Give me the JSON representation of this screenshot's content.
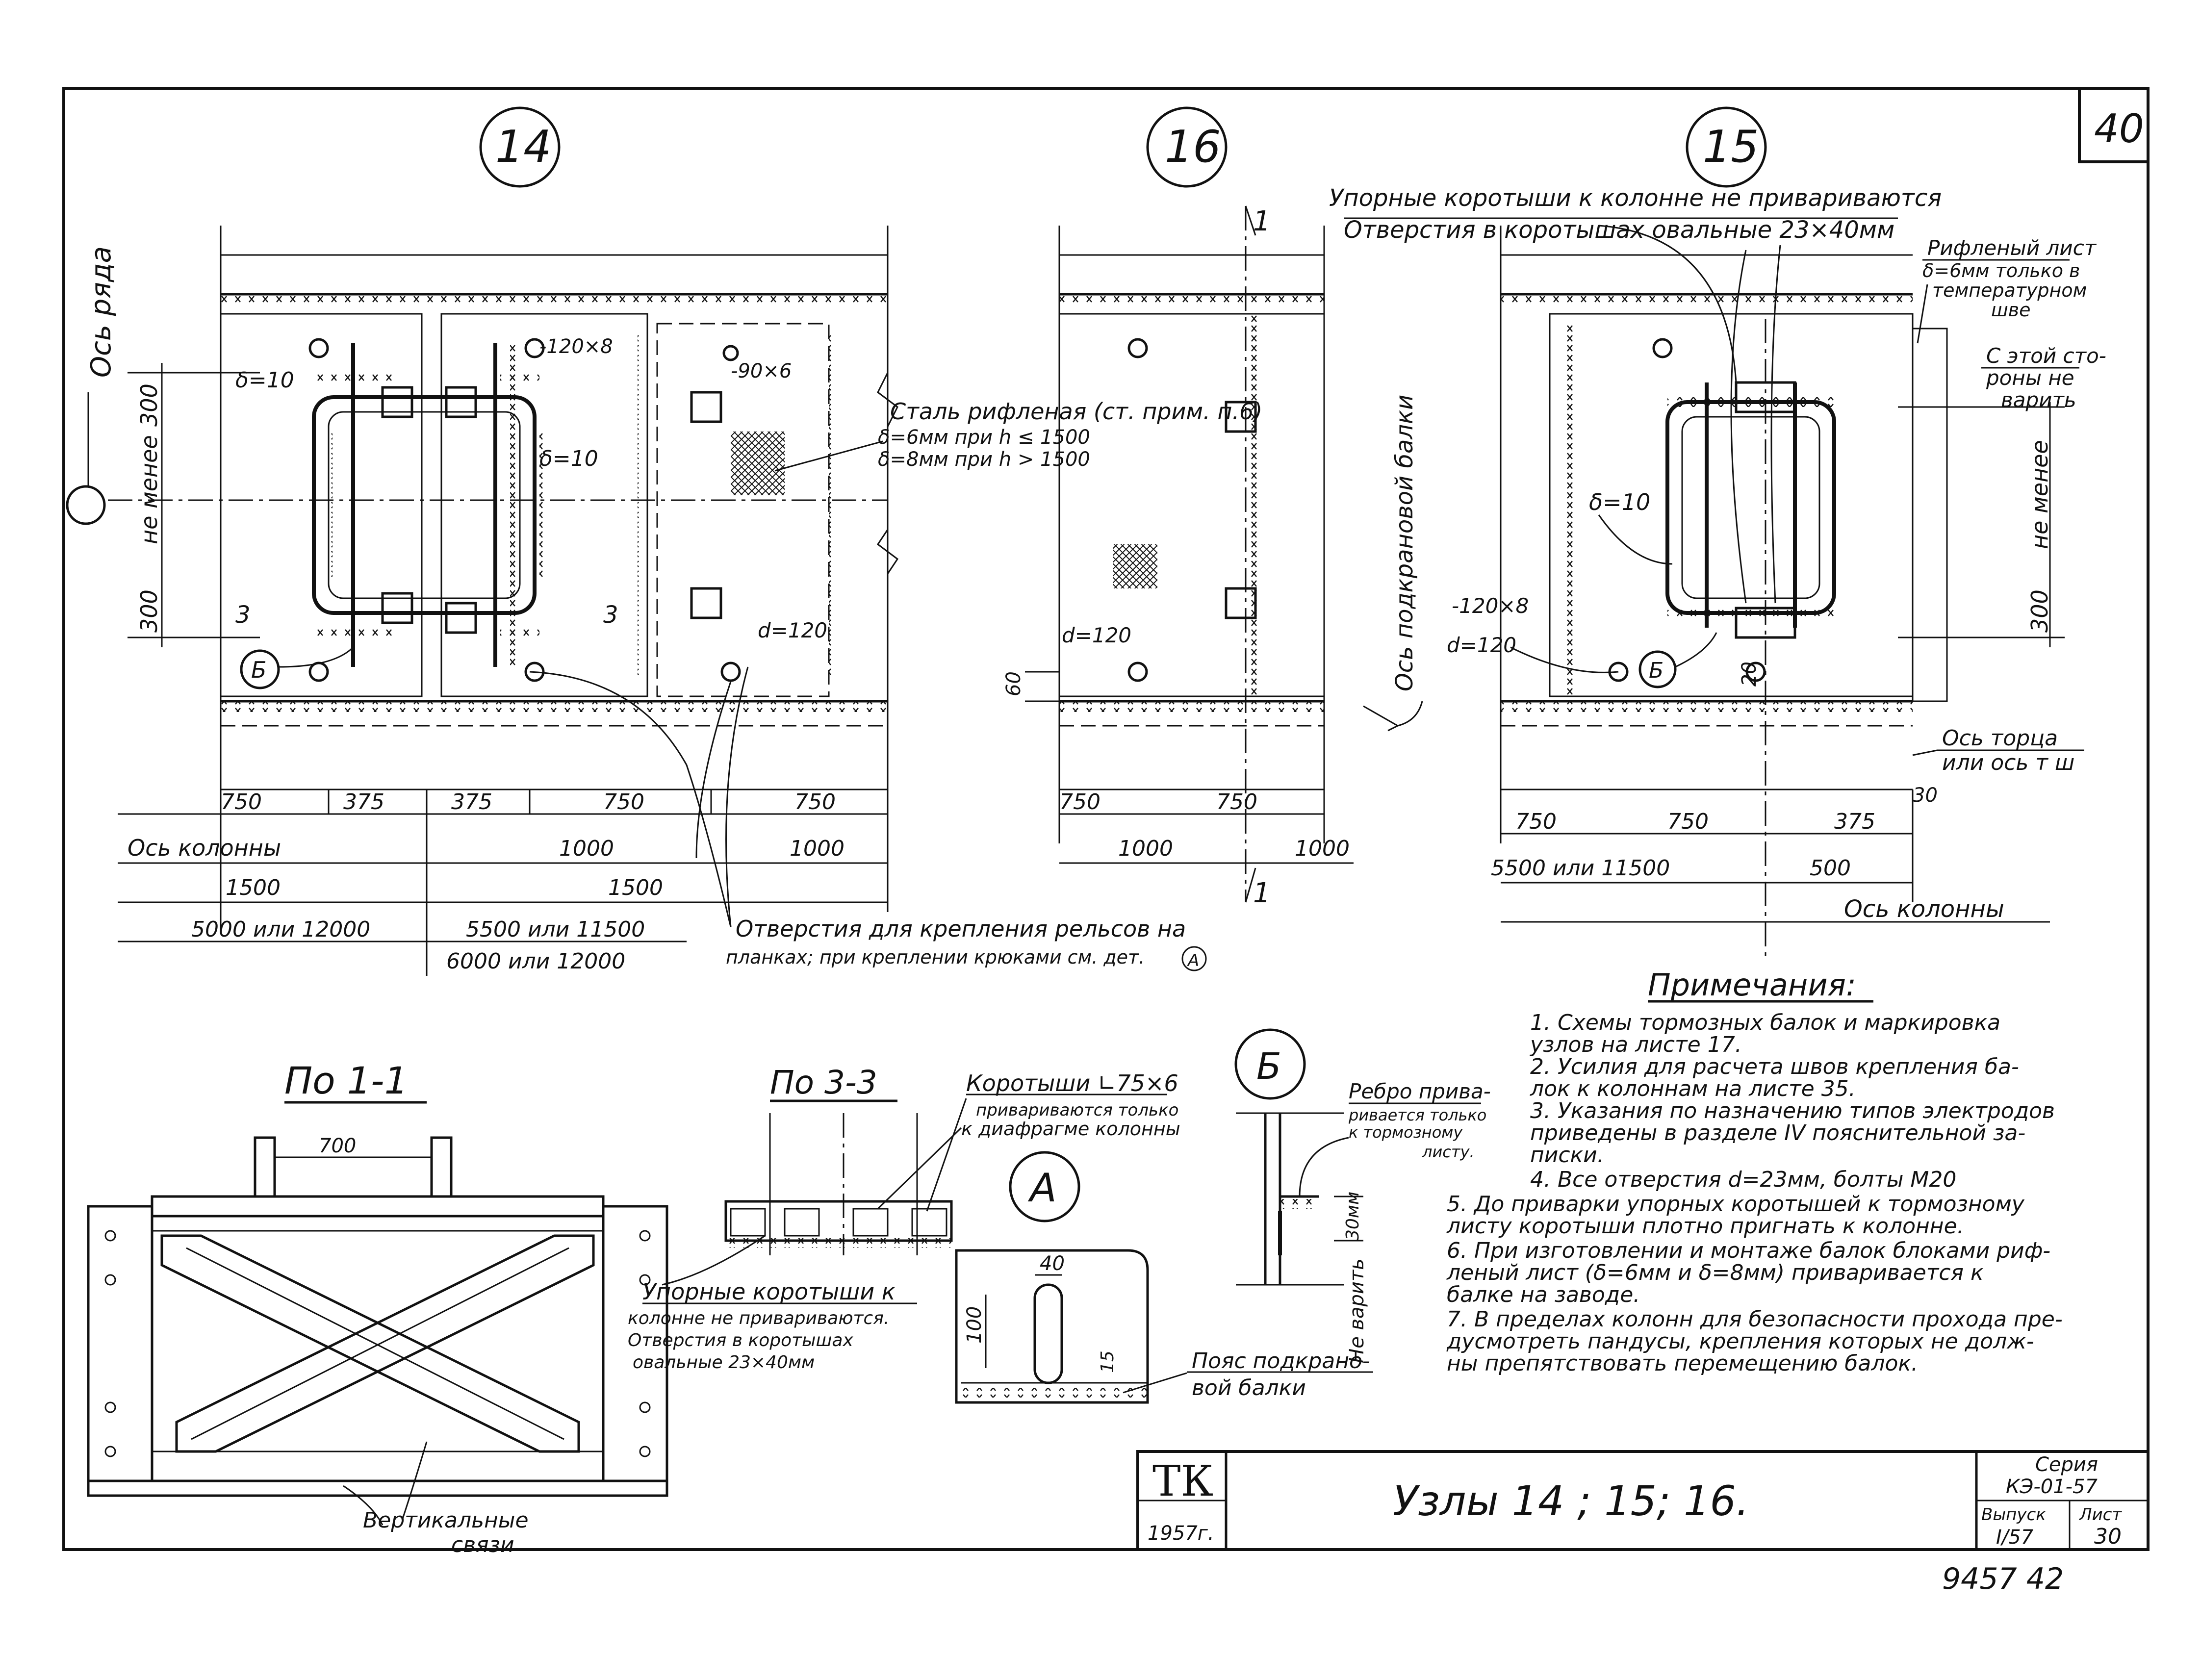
{
  "sheet_number_top": "40",
  "node_labels": {
    "n14": "14",
    "n16": "16",
    "n15": "15"
  },
  "callouts_a_b": {
    "b": "Б",
    "a": "А"
  },
  "node14": {
    "axis_row": "Ось ряда",
    "not_less": "не менее",
    "dim_300_top": "300",
    "dim_300_bottom": "300",
    "delta10_left": "δ=10",
    "delta10_right": "δ=10",
    "plate_120x8": "-120×8",
    "plate_90x6": "-90×6",
    "section_3_left": "3",
    "section_3_right": "3",
    "hole_d120": "d=120",
    "steel_note_1": "Сталь рифленая (ст. прим. п.6)",
    "steel_note_2": "δ=6мм  при  h ≤ 1500",
    "steel_note_3": "δ=8мм  при  h > 1500",
    "dims": {
      "d750a": "750",
      "d375a": "375",
      "d375b": "375",
      "d750b": "750",
      "d750c": "750",
      "axis_col": "Ось колонны",
      "d1000a": "1000",
      "d1000b": "1000",
      "d1500a": "1500",
      "d1500b": "1500",
      "d5000": "5000 или 12000",
      "d5500": "5500 или  11500",
      "d6000": "6000  или  12000"
    },
    "holes_note_1": "Отверстия для крепления рельсов на",
    "holes_note_2": "планках; при креплении крюками см. дет."
  },
  "node16": {
    "section_1_top": "1",
    "section_1_bottom": "1",
    "axis_beam": "Ось подкрановой балки",
    "hole_d120": "d=120",
    "dim_60": "60",
    "dims": {
      "d750a": "750",
      "d750b": "750",
      "d1000a": "1000",
      "d1000b": "1000"
    }
  },
  "node15": {
    "note_stops_1": "Упорные коротыши к колонне не привариваются",
    "note_stops_2": "Отверстия в коротышах овальные  23×40мм",
    "ribbed_1": "Рифленый лист",
    "ribbed_2": "δ=6мм только в",
    "ribbed_3": "температурном",
    "ribbed_4": "шве",
    "this_side_1": "С этой сто-",
    "this_side_2": "роны не",
    "this_side_3": "варить",
    "not_less": "не менее",
    "dim_300": "300",
    "delta10": "δ=10",
    "plate_120x8": "-120×8",
    "hole_d120": "d=120",
    "dim_20": "20",
    "end_axis_1": "Ось торца",
    "end_axis_2": "или ось т ш",
    "dim_30": "30",
    "dims": {
      "d750a": "750",
      "d750b": "750",
      "d375": "375",
      "d5500": "5500  или  11500",
      "d500": "500",
      "axis_col": "Ось  колонны"
    }
  },
  "notes": {
    "title": "Примечания:",
    "lines": [
      "1. Схемы тормозных балок и маркировка",
      "    узлов на листе 17.",
      "2. Усилия для расчета швов крепления ба-",
      "    лок к колоннам на листе 35.",
      "3. Указания по назначению типов электродов",
      "    приведены в разделе IV пояснительной за-",
      "    писки.",
      "4. Все отверстия d=23мм, болты М20",
      "5. До приварки упорных коротышей к тормозному",
      "    листу коротыши плотно пригнать к колонне.",
      "6. При изготовлении и монтаже балок блоками риф-",
      "    леный лист (δ=6мм и δ=8мм) приваривается к",
      "    балке на заводе.",
      "7. В пределах колонн для безопасности прохода пре-",
      "    дусмотреть пандусы, крепления которых не долж-",
      "    ны препятствовать перемещению балок."
    ]
  },
  "section11": {
    "title": "По 1-1",
    "dim_700": "700",
    "braces_1": "Вертикальные",
    "braces_2": "связи"
  },
  "section33": {
    "title": "По 3-3",
    "shorts_1": "Коротыши ∟75×6",
    "shorts_2": "привариваются только",
    "shorts_3": "к диафрагме колонны",
    "stops_1": "Упорные коротыши к",
    "stops_2": "колонне не привариваются.",
    "stops_3": "Отверстия в коротышах",
    "stops_4": "овальные  23×40мм"
  },
  "detailA": {
    "dim_40": "40",
    "dim_100": "100",
    "dim_15": "15",
    "flange_1": "Пояс подкрано-",
    "flange_2": "вой балки"
  },
  "detailB": {
    "rib_1": "Ребро прива-",
    "rib_2": "ривается только",
    "rib_3": "к тормозному",
    "rib_4": "листу.",
    "dim_30": "30мм",
    "no_weld": "Не варить"
  },
  "title_block": {
    "org": "ТК",
    "year": "1957г.",
    "title": "Узлы  14 ;  15;  16.",
    "series_label": "Серия",
    "series_value": "КЭ-01-57",
    "issue_label": "Выпуск",
    "issue_value": "I/57",
    "sheet_label": "Лист",
    "sheet_value": "30"
  },
  "stamp_bottom": "9457   42"
}
